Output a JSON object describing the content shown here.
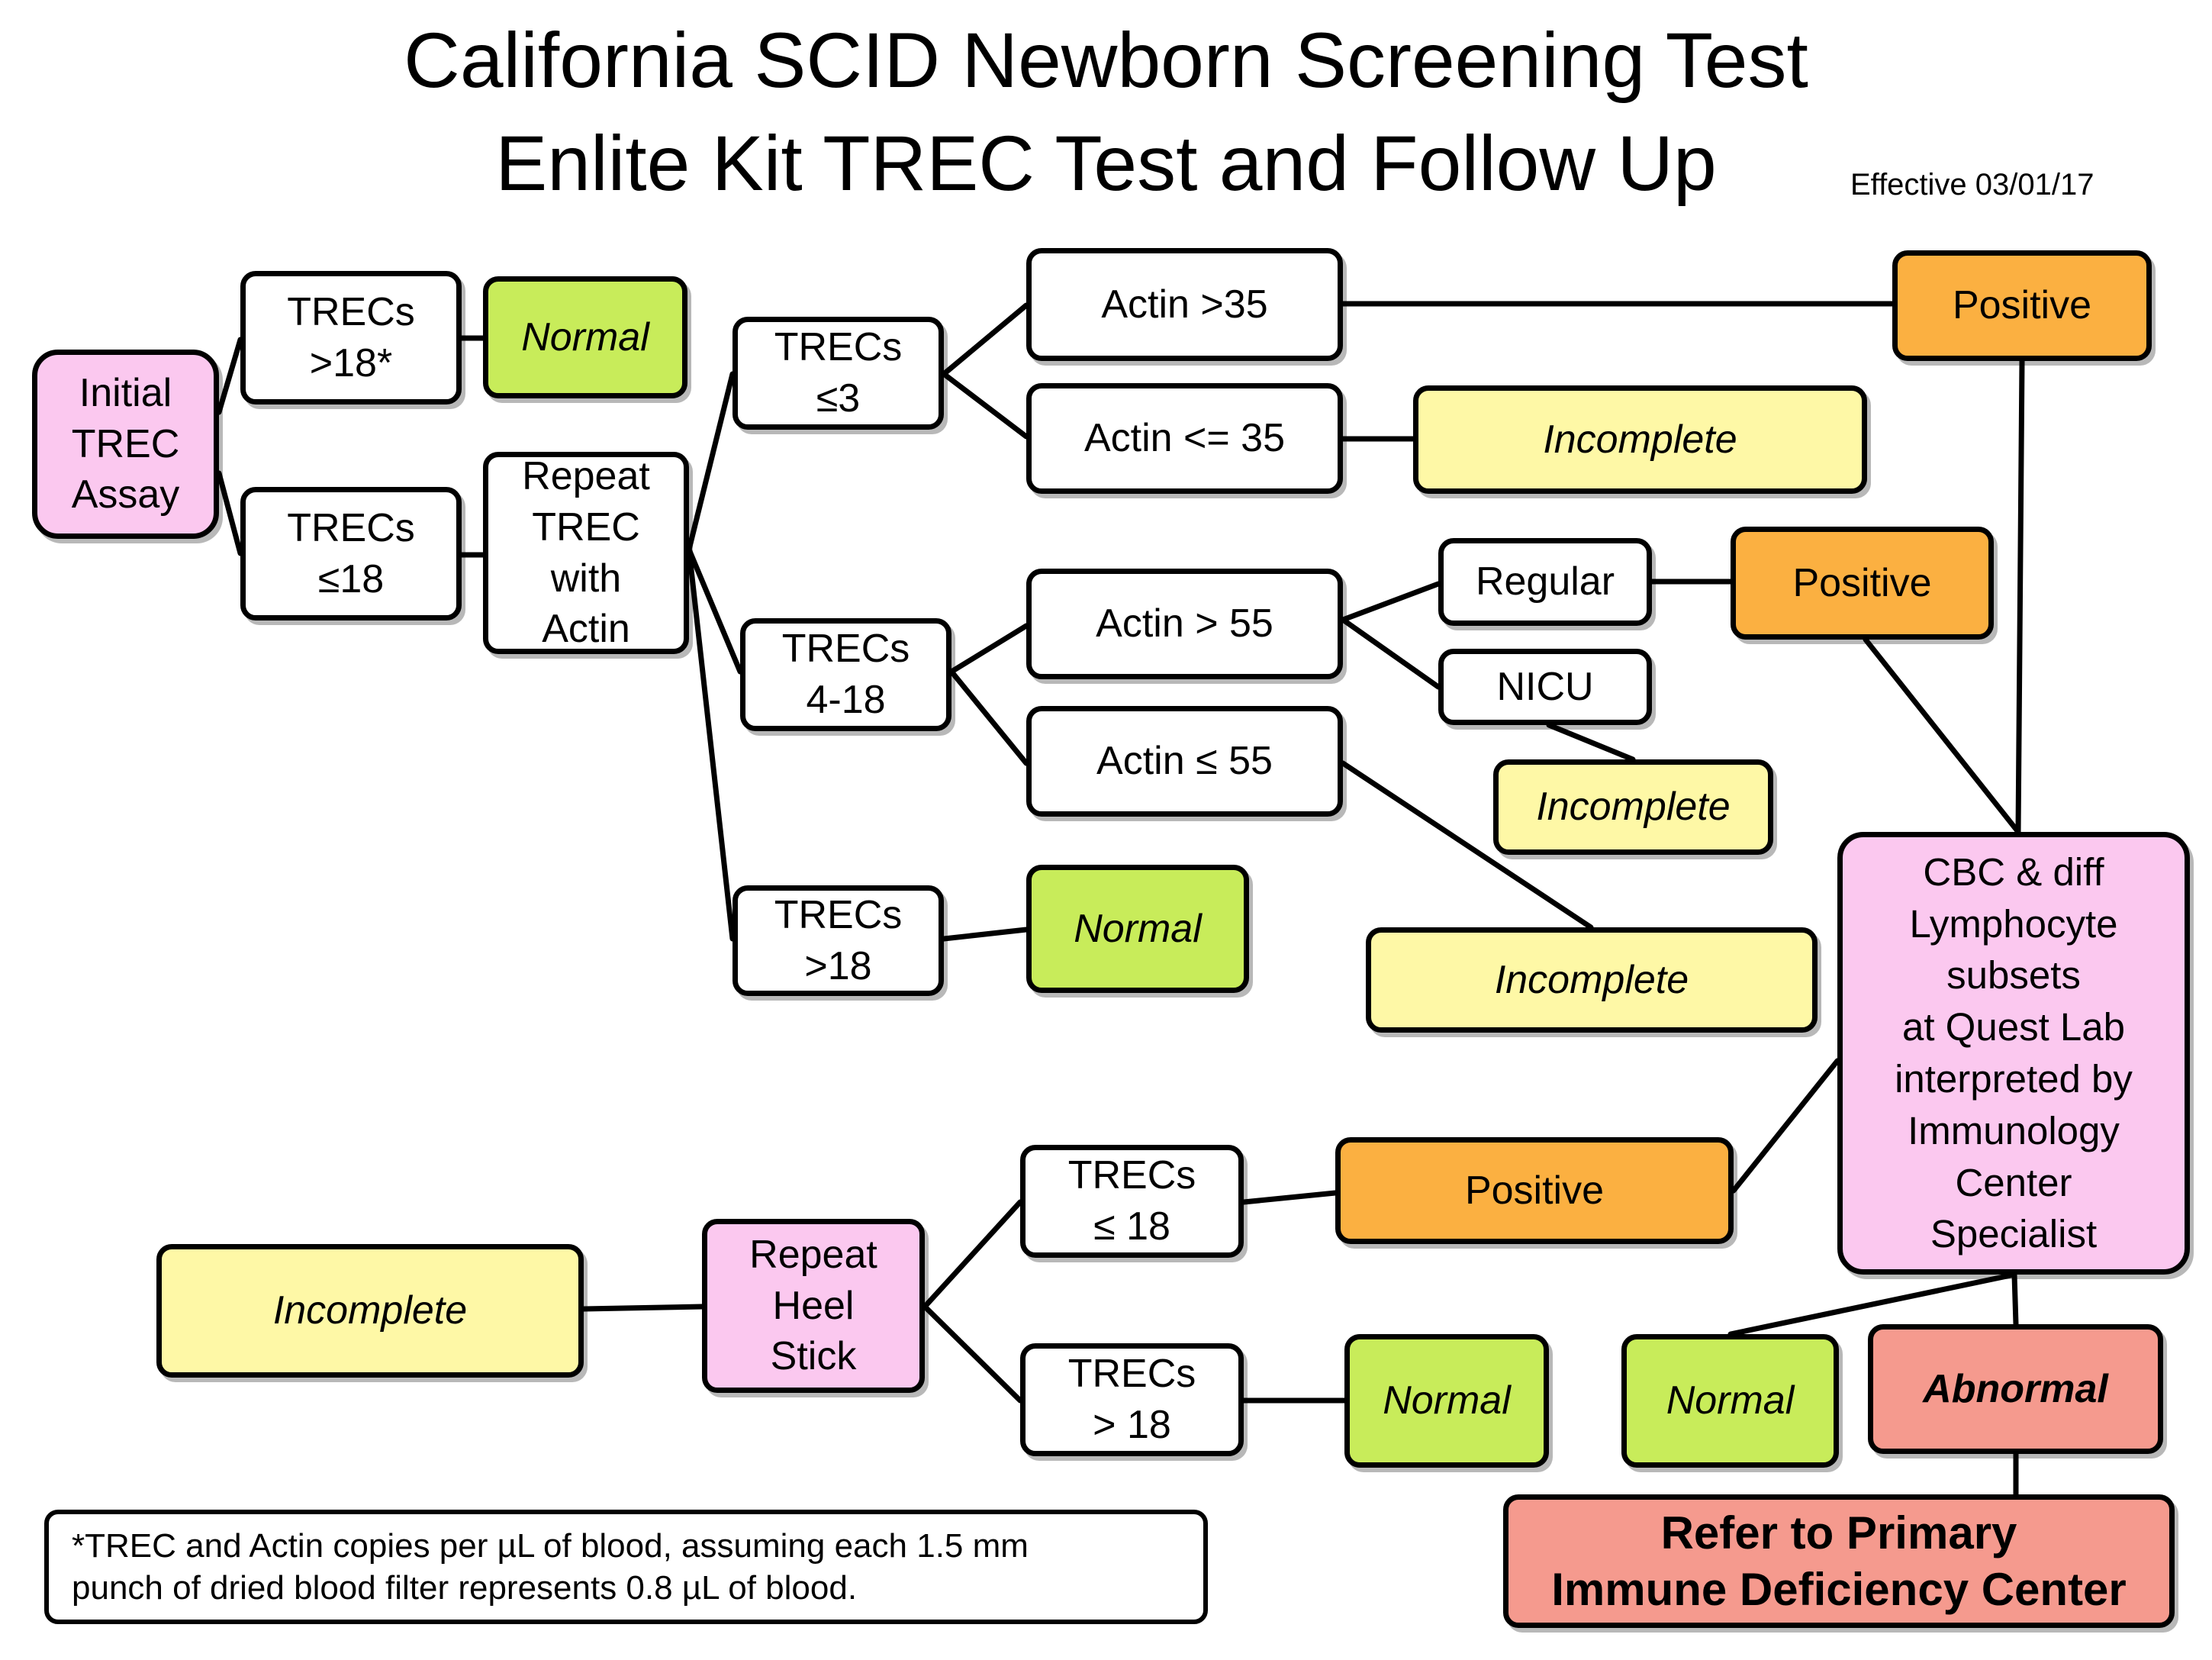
{
  "title_line1": "California SCID Newborn Screening Test",
  "title_line2": "Enlite Kit TREC Test and Follow Up",
  "effective": "Effective 03/01/17",
  "nodes": {
    "initial": "Initial\nTREC\nAssay",
    "trec_gt18": "TRECs\n>18*",
    "normal1": "Normal",
    "trec_le18": "TRECs\n≤18",
    "repeat_actin": "Repeat\nTREC\nwith\nActin",
    "trec_le3": "TRECs\n≤3",
    "actin_gt35": "Actin >35",
    "actin_le35": "Actin <= 35",
    "positive1": "Positive",
    "incomplete1": "Incomplete",
    "trec_4_18": "TRECs\n4-18",
    "actin_gt55": "Actin > 55",
    "actin_le55": "Actin ≤ 55",
    "regular": "Regular",
    "nicu": "NICU",
    "positive2": "Positive",
    "incomplete2": "Incomplete",
    "incomplete3": "Incomplete",
    "trec_gt18b": "TRECs\n>18",
    "normal2": "Normal",
    "cbc": "CBC & diff\nLymphocyte\nsubsets\nat Quest Lab\ninterpreted by\nImmunology\nCenter\nSpecialist",
    "incomplete4": "Incomplete",
    "repeat_heel": "Repeat\nHeel\nStick",
    "trec_le18b": "TRECs\n≤ 18",
    "trec_gt18c": "TRECs\n> 18",
    "positive3": "Positive",
    "normal3": "Normal",
    "normal4": "Normal",
    "abnormal": "Abnormal",
    "refer": "Refer to Primary\nImmune Deficiency Center"
  },
  "footnote_line1": "*TREC and Actin copies per µL of blood, assuming each 1.5 mm",
  "footnote_line2": "punch of dried blood filter represents 0.8 µL of blood.",
  "colors": {
    "pink": "#fbc8ef",
    "green": "#c8ec5a",
    "yellow": "#fef8a6",
    "orange": "#fbb041",
    "red": "#f59a8e"
  }
}
